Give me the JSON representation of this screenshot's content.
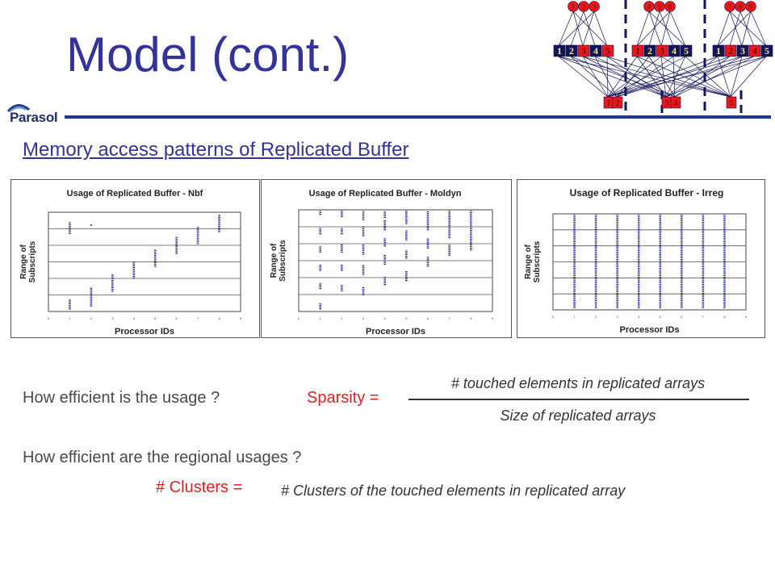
{
  "title": "Model (cont.)",
  "logo_text": "Parasol",
  "subtitle": "Memory access patterns of Replicated Buffer",
  "diagram": {
    "top_groups": [
      [
        "1",
        "2",
        "3"
      ],
      [
        "4",
        "5",
        "6"
      ],
      [
        "7",
        "8",
        "9"
      ]
    ],
    "middle_rows": [
      [
        "1",
        "2",
        "3",
        "4",
        "5"
      ],
      [
        "1",
        "2",
        "3",
        "4",
        "5"
      ],
      [
        "1",
        "2",
        "3",
        "4",
        "5"
      ]
    ],
    "bottom_groups": [
      [
        "1",
        "2"
      ],
      [
        "3",
        "4"
      ],
      [
        "5"
      ]
    ]
  },
  "charts": [
    {
      "title": "Usage of Replicated Buffer - Nbf",
      "xlabel": "Processor IDs",
      "ylabel_line1": "Range of",
      "ylabel_line2": "Subscripts",
      "ticks": [
        "0",
        "1",
        "2",
        "3",
        "4",
        "5",
        "6",
        "7",
        "8",
        "9"
      ]
    },
    {
      "title": "Usage of Replicated Buffer - Moldyn",
      "xlabel": "Processor IDs",
      "ylabel_line1": "Range of",
      "ylabel_line2": "Subscripts",
      "ticks": [
        "0",
        "1",
        "2",
        "3",
        "4",
        "5",
        "6",
        "7",
        "8",
        "9"
      ]
    },
    {
      "title": "Usage of Replicated Buffer - Irreg",
      "xlabel": "Processor IDs",
      "ylabel_line1": "Range of",
      "ylabel_line2": "Subscripts",
      "ticks": [
        "0",
        "1",
        "2",
        "3",
        "4",
        "5",
        "6",
        "7",
        "8",
        "9"
      ]
    }
  ],
  "q1": "How efficient is the usage ?",
  "sparsity_label": "Sparsity =",
  "sparsity_numerator": "# touched elements in replicated arrays",
  "sparsity_denominator": "Size of replicated arrays",
  "q2": "How efficient are the regional usages ?",
  "clusters_label": "# Clusters =",
  "clusters_desc": "# Clusters of the touched elements in replicated array",
  "colors": {
    "title": "#333399",
    "accent": "#e62020",
    "marker": "#1c1c8c",
    "node_red": "#e31b1b",
    "node_navy": "#14145a"
  }
}
